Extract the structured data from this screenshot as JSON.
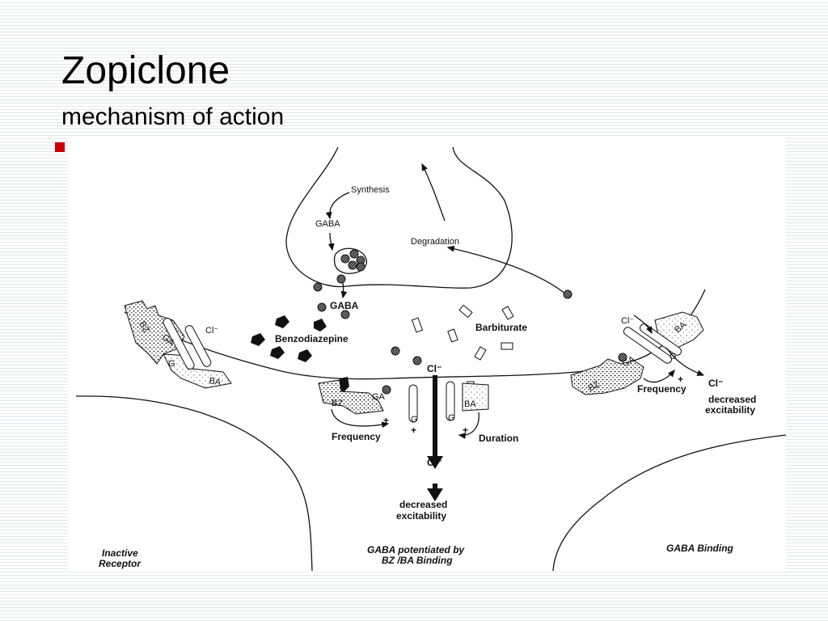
{
  "slide": {
    "title": "Zopiclone",
    "subtitle": "mechanism of action"
  },
  "diagram": {
    "presynaptic": {
      "synthesis": "Synthesis",
      "gaba": "GABA",
      "degradation": "Degradation"
    },
    "cleft": {
      "gaba": "GABA",
      "benzodiazepine": "Benzodiazepine",
      "barbiturate": "Barbiturate"
    },
    "left_receptor": {
      "cl": "Cl⁻",
      "bz": "BZ",
      "ga": "GA",
      "g": "G",
      "ba": "BA",
      "caption_line1": "Inactive",
      "caption_line2": "Receptor"
    },
    "center_receptor": {
      "cl_top": "Cl⁻",
      "cl_bottom": "Cl⁻",
      "bz": "BZ",
      "ga": "GA",
      "ba": "BA",
      "g1": "G",
      "g2": "G",
      "plus1": "+",
      "plus2": "+",
      "plus3": "+",
      "frequency": "Frequency",
      "duration": "Duration",
      "decreased": "decreased",
      "excitability": "excitability",
      "caption_line1": "GABA potentiated by",
      "caption_line2": "BZ /BA Binding"
    },
    "right_receptor": {
      "cl_in": "Cl⁻",
      "cl_out": "Cl⁻",
      "bz": "BZ",
      "ga": "GA",
      "ba": "BA",
      "g": "G",
      "plus": "+",
      "frequency": "Frequency",
      "decreased": "decreased",
      "excitability": "excitability",
      "caption": "GABA Binding"
    }
  },
  "colors": {
    "bullet": "#cc0000",
    "ink": "#111111"
  }
}
